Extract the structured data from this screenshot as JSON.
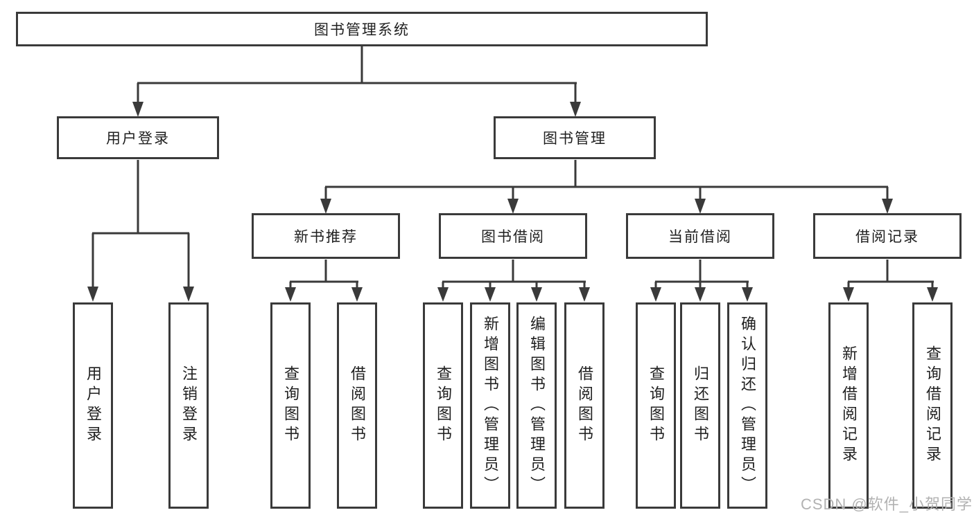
{
  "root": {
    "label": "图书管理系统"
  },
  "level2": {
    "user_login": "用户登录",
    "book_mgmt": "图书管理"
  },
  "level3": {
    "new_book": "新书推荐",
    "book_borrow": "图书借阅",
    "current_borrow": "当前借阅",
    "borrow_record": "借阅记录"
  },
  "leaves": {
    "user_login_1": "用户登录",
    "user_login_2": "注销登录",
    "new_book_1": "查询图书",
    "new_book_2": "借阅图书",
    "book_borrow_1": "查询图书",
    "book_borrow_2": "新增图书（管理员）",
    "book_borrow_3": "编辑图书（管理员）",
    "book_borrow_4": "借阅图书",
    "current_borrow_1": "查询图书",
    "current_borrow_2": "归还图书",
    "current_borrow_3": "确认归还（管理员）",
    "borrow_record_1": "新增借阅记录",
    "borrow_record_2": "查询借阅记录"
  },
  "watermark": "CSDN @软件_小贺同学",
  "colors": {
    "line": "#3a3a3a",
    "text": "#1f1f1f",
    "background": "#ffffff",
    "watermark": "#b2b2b2"
  }
}
